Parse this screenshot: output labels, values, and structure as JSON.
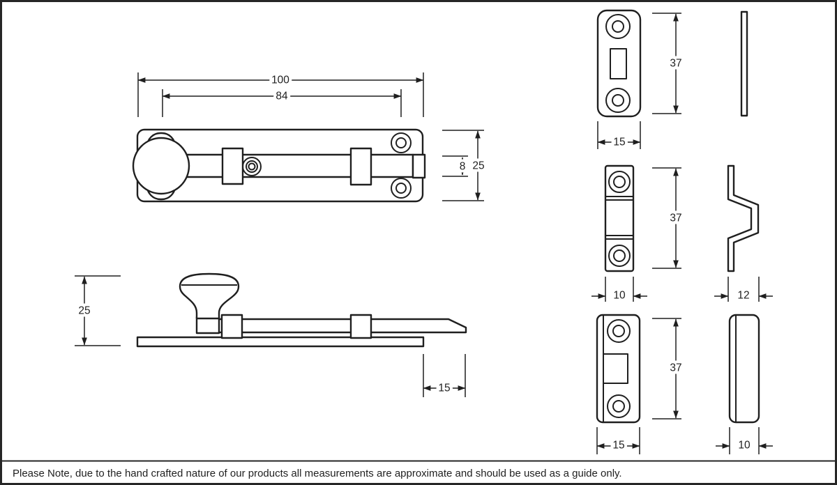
{
  "note": {
    "text": "Please Note, due to the hand crafted nature of our products all measurements are approximate and should be used as a guide only."
  },
  "views": {
    "front": {
      "dim_overall_length": "100",
      "dim_fixing_centres": "84",
      "dim_bolt_width": "8",
      "dim_backplate_width": "25"
    },
    "side": {
      "dim_overall_height": "25",
      "dim_bolt_runout": "15"
    },
    "keeper_flat": {
      "dim_height": "37",
      "dim_width": "15"
    },
    "keeper_bridge": {
      "dim_height": "37",
      "dim_width": "10",
      "dim_depth": "12"
    },
    "keeper_angle": {
      "dim_height": "37",
      "dim_width": "15",
      "dim_depth": "10"
    }
  },
  "colors": {
    "line": "#1f1f1f",
    "background": "#ffffff",
    "frame": "#262626"
  }
}
